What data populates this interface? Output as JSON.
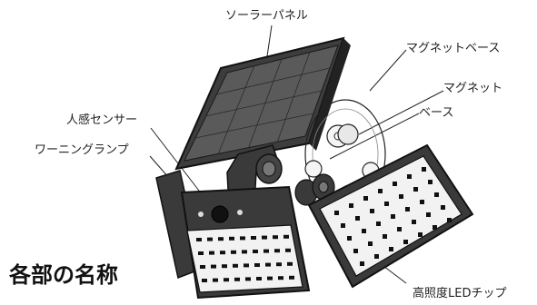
{
  "title": "各部の名称",
  "labels": {
    "solar_panel": "ソーラーパネル",
    "magnet_base_group": "マグネットベース",
    "magnet": "マグネット",
    "base": "ベース",
    "motion_sensor": "人感センサー",
    "warning_lamp": "ワーニングランプ",
    "led_chips": "高照度LEDチップ"
  },
  "colors": {
    "outline": "#1a1a1a",
    "housing": "#3a3a3a",
    "panel": "#4a4a4a",
    "led_face": "#f2f2f2"
  }
}
